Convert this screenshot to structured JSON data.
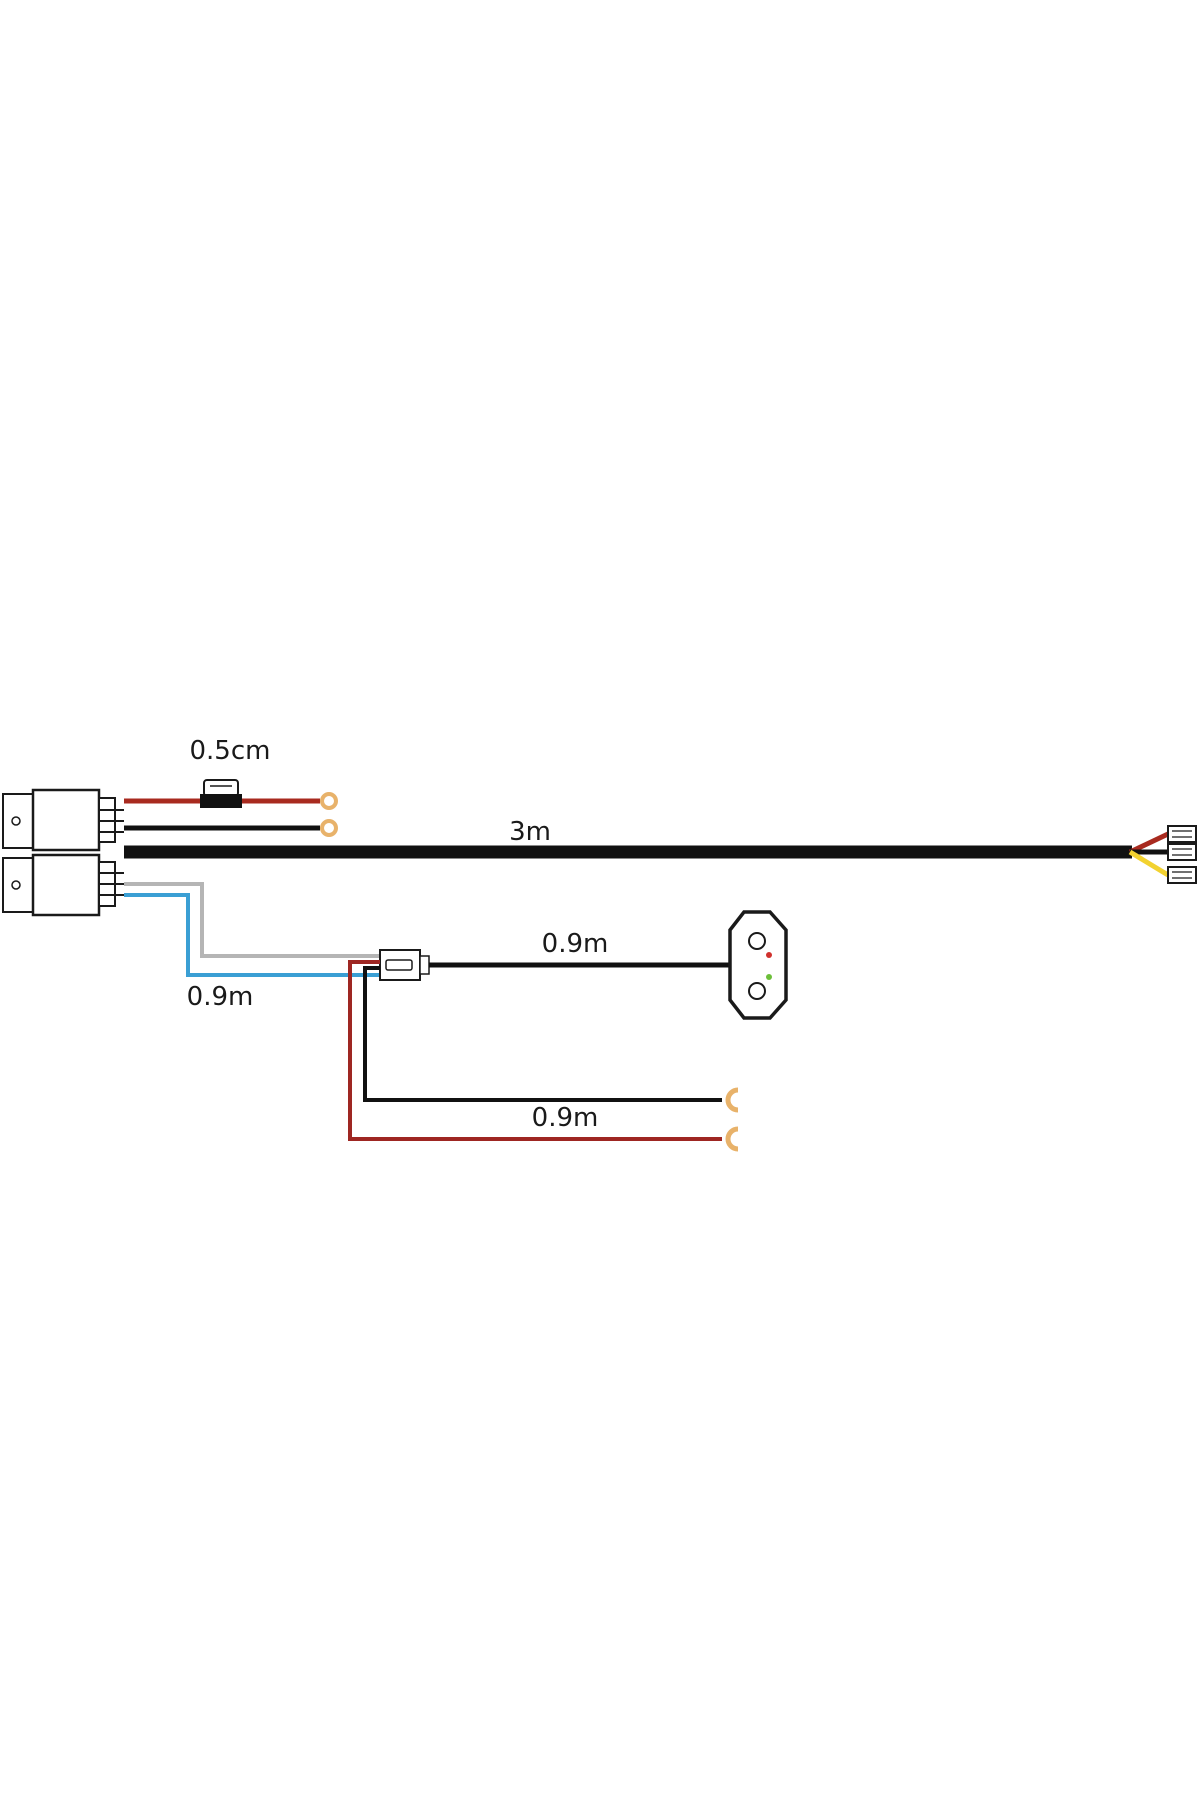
{
  "labels": {
    "fuse_length": "0.5cm",
    "main_cable": "3m",
    "switch_cable": "0.9m",
    "signal_cable": "0.9m",
    "power_cable": "0.9m"
  },
  "colors": {
    "background": "#ffffff",
    "outline": "#1a1a1a",
    "black_wire": "#111111",
    "red_wire": "#a82a1f",
    "dark_red_wire": "#9e2622",
    "grey_wire": "#b5b5b5",
    "blue_wire": "#3a9fd4",
    "yellow_wire": "#f2d230",
    "ring_terminal": "#e8b26a",
    "switch_led_red": "#d0312d",
    "switch_led_green": "#6cbf3a"
  }
}
